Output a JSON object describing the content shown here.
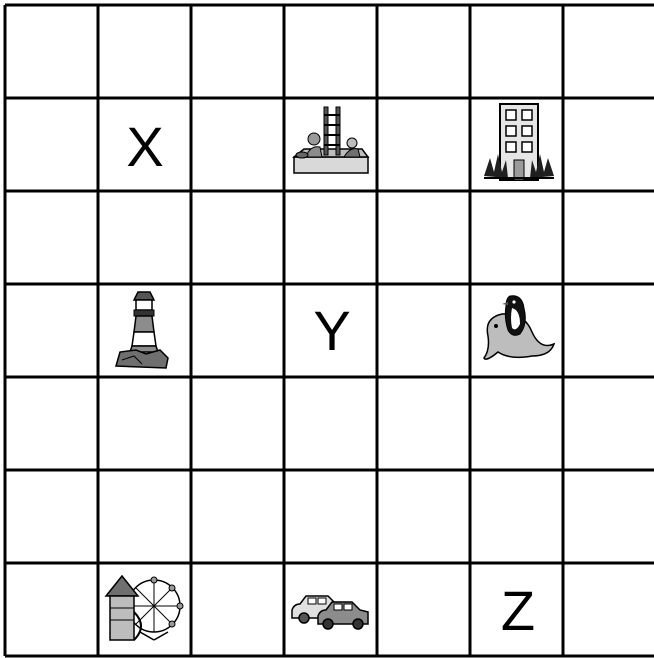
{
  "grid": {
    "rows": 7,
    "cols": 7,
    "line_color": "#000000",
    "background": "#ffffff"
  },
  "items": [
    {
      "row": 1,
      "col": 1,
      "kind": "letter",
      "text": "X"
    },
    {
      "row": 1,
      "col": 3,
      "kind": "icon",
      "icon": "sandbox-playground-icon"
    },
    {
      "row": 1,
      "col": 5,
      "kind": "icon",
      "icon": "apartment-building-icon"
    },
    {
      "row": 3,
      "col": 1,
      "kind": "icon",
      "icon": "lighthouse-icon"
    },
    {
      "row": 3,
      "col": 3,
      "kind": "letter",
      "text": "Y"
    },
    {
      "row": 3,
      "col": 5,
      "kind": "icon",
      "icon": "seal-penguin-icon"
    },
    {
      "row": 6,
      "col": 1,
      "kind": "icon",
      "icon": "amusement-park-icon"
    },
    {
      "row": 6,
      "col": 3,
      "kind": "icon",
      "icon": "cars-icon"
    },
    {
      "row": 6,
      "col": 5,
      "kind": "letter",
      "text": "Z"
    }
  ]
}
